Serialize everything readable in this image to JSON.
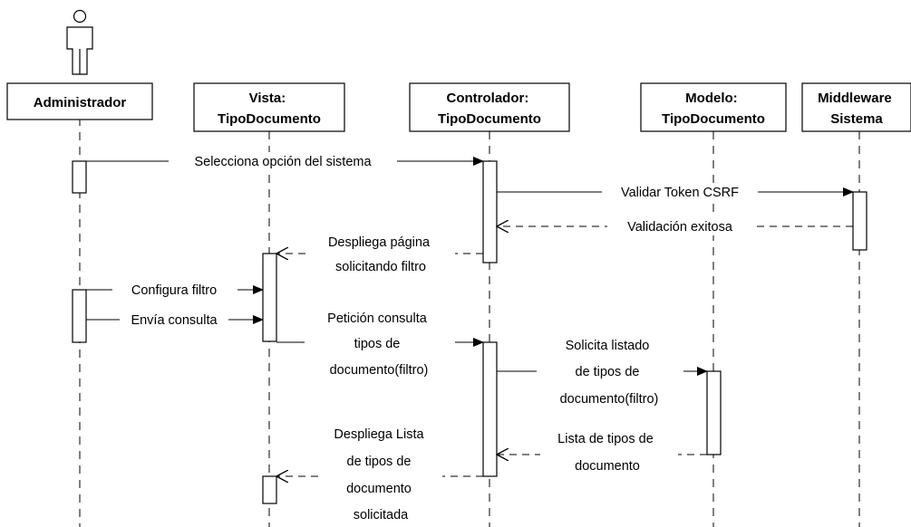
{
  "participants": [
    {
      "id": "admin",
      "lines": [
        "Administrador"
      ],
      "actor": true
    },
    {
      "id": "vista",
      "lines": [
        "Vista:",
        "TipoDocumento"
      ]
    },
    {
      "id": "ctrl",
      "lines": [
        "Controlador:",
        "TipoDocumento"
      ]
    },
    {
      "id": "modelo",
      "lines": [
        "Modelo:",
        "TipoDocumento"
      ]
    },
    {
      "id": "mw",
      "lines": [
        "Middleware",
        "Sistema"
      ]
    }
  ],
  "messages": [
    {
      "id": "m1",
      "lines": [
        "Selecciona opción del sistema"
      ],
      "style": "sync"
    },
    {
      "id": "m2",
      "lines": [
        "Validar Token CSRF"
      ],
      "style": "sync"
    },
    {
      "id": "m3",
      "lines": [
        "Validación exitosa"
      ],
      "style": "return"
    },
    {
      "id": "m4",
      "lines": [
        "Despliega página",
        "solicitando filtro"
      ],
      "style": "return"
    },
    {
      "id": "m5",
      "lines": [
        "Configura filtro"
      ],
      "style": "sync"
    },
    {
      "id": "m6",
      "lines": [
        "Envía consulta"
      ],
      "style": "sync"
    },
    {
      "id": "m7",
      "lines": [
        "Petición consulta",
        "tipos de",
        "documento(filtro)"
      ],
      "style": "sync"
    },
    {
      "id": "m8",
      "lines": [
        "Solicita listado",
        "de tipos de",
        "documento(filtro)"
      ],
      "style": "sync"
    },
    {
      "id": "m9",
      "lines": [
        "Lista de tipos de",
        "documento"
      ],
      "style": "return"
    },
    {
      "id": "m10",
      "lines": [
        "Despliega Lista",
        "de tipos de",
        "documento",
        "solicitada"
      ],
      "style": "return"
    }
  ]
}
